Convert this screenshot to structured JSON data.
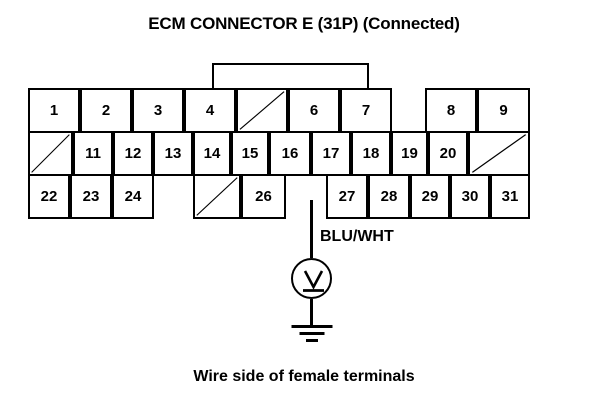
{
  "diagram": {
    "title": "ECM CONNECTOR E (31P) (Connected)",
    "caption": "Wire side of female terminals",
    "wire_label": "BLU/WHT",
    "meter_symbol": "V",
    "colors": {
      "ink": "#000000",
      "paper": "#ffffff"
    }
  },
  "connector": {
    "name": "ECM CONNECTOR E",
    "pin_count": "31P",
    "state": "Connected",
    "rows": [
      {
        "row": 1,
        "cells": [
          {
            "label": "1",
            "blank": false
          },
          {
            "label": "2",
            "blank": false
          },
          {
            "label": "3",
            "blank": false
          },
          {
            "label": "4",
            "blank": false
          },
          {
            "label": "",
            "blank": true
          },
          {
            "label": "6",
            "blank": false
          },
          {
            "label": "7",
            "blank": false
          },
          {
            "label": "8",
            "blank": false
          },
          {
            "label": "9",
            "blank": false
          }
        ]
      },
      {
        "row": 2,
        "cells": [
          {
            "label": "",
            "blank": true
          },
          {
            "label": "11",
            "blank": false
          },
          {
            "label": "12",
            "blank": false
          },
          {
            "label": "13",
            "blank": false
          },
          {
            "label": "14",
            "blank": false
          },
          {
            "label": "15",
            "blank": false
          },
          {
            "label": "16",
            "blank": false
          },
          {
            "label": "17",
            "blank": false
          },
          {
            "label": "18",
            "blank": false
          },
          {
            "label": "19",
            "blank": false
          },
          {
            "label": "20",
            "blank": false
          },
          {
            "label": "",
            "blank": true
          }
        ]
      },
      {
        "row": 3,
        "cells": [
          {
            "label": "22",
            "blank": false
          },
          {
            "label": "23",
            "blank": false
          },
          {
            "label": "24",
            "blank": false
          },
          {
            "label": "",
            "blank": true
          },
          {
            "label": "26",
            "blank": false
          },
          {
            "label": "27",
            "blank": false
          },
          {
            "label": "28",
            "blank": false
          },
          {
            "label": "29",
            "blank": false
          },
          {
            "label": "30",
            "blank": false
          },
          {
            "label": "31",
            "blank": false
          }
        ]
      }
    ],
    "probe": {
      "from_terminal": "16",
      "wire": "BLU/WHT",
      "instrument": "voltmeter",
      "reference": "ground"
    }
  }
}
